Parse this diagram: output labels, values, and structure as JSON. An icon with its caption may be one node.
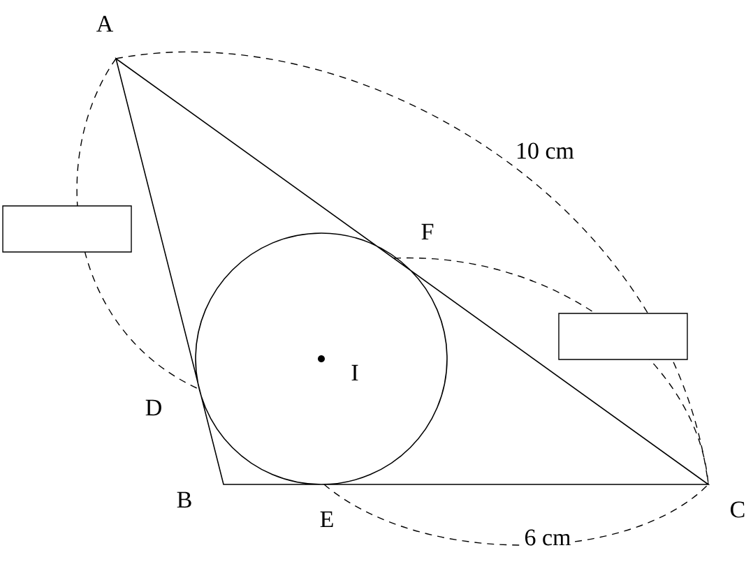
{
  "diagram": {
    "nodes": [
      {
        "text": [],
        "shape": "box"
      },
      {
        "text": [],
        "shape": "box"
      }
    ],
    "labels": [
      "A",
      "10 cm",
      "F",
      "I",
      "D",
      "B",
      "E",
      "6 cm",
      "C"
    ]
  }
}
